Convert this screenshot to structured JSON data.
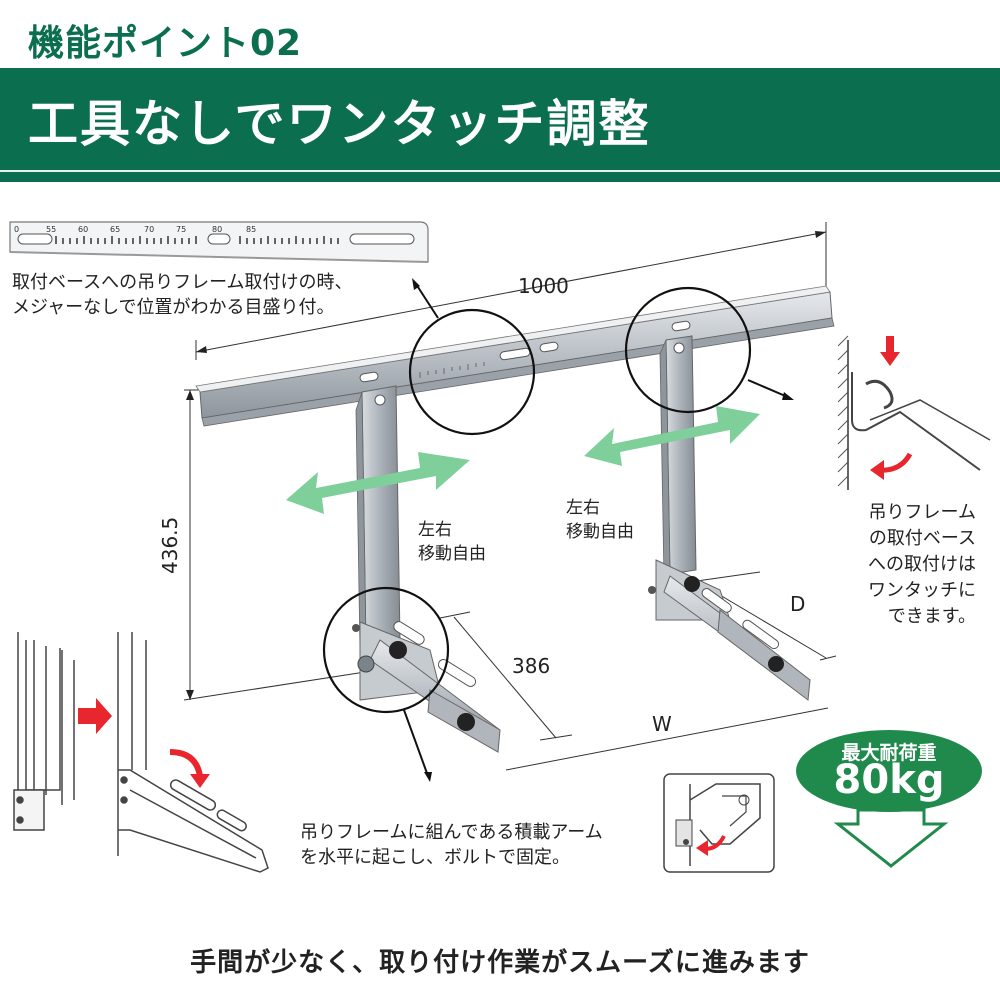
{
  "header": {
    "point_label": "機能ポイント02",
    "title": "工具なしでワンタッチ調整"
  },
  "scale": {
    "ticks": [
      "0",
      "55",
      "60",
      "65",
      "70",
      "75",
      "80",
      "85"
    ]
  },
  "notes": {
    "scale_note": [
      "取付ベースへの吊りフレーム取付けの時、",
      "メジャーなしで位置がわかる目盛り付。"
    ],
    "arm_note": [
      "吊りフレームに組んである積載アーム",
      "を水平に起こし、ボルトで固定。"
    ],
    "onetouch_note": [
      "吊りフレーム",
      "の取付ベース",
      "への取付けは",
      "ワンタッチに",
      "できます。"
    ]
  },
  "dimensions": {
    "width": "1000",
    "height": "436.5",
    "arm": "386",
    "w": "W",
    "d": "D"
  },
  "movement": {
    "left": [
      "左右",
      "移動自由"
    ],
    "right": [
      "左右",
      "移動自由"
    ]
  },
  "load": {
    "label": "最大耐荷重",
    "value": "80kg"
  },
  "footer": {
    "text": "手間が少なく、取り付け作業がスムーズに進みます"
  },
  "colors": {
    "brand_green": "#0b6e4f",
    "arrow_green": "#7fcf9a",
    "arrow_red": "#e8262d",
    "badge_green": "#1f8a4c"
  }
}
